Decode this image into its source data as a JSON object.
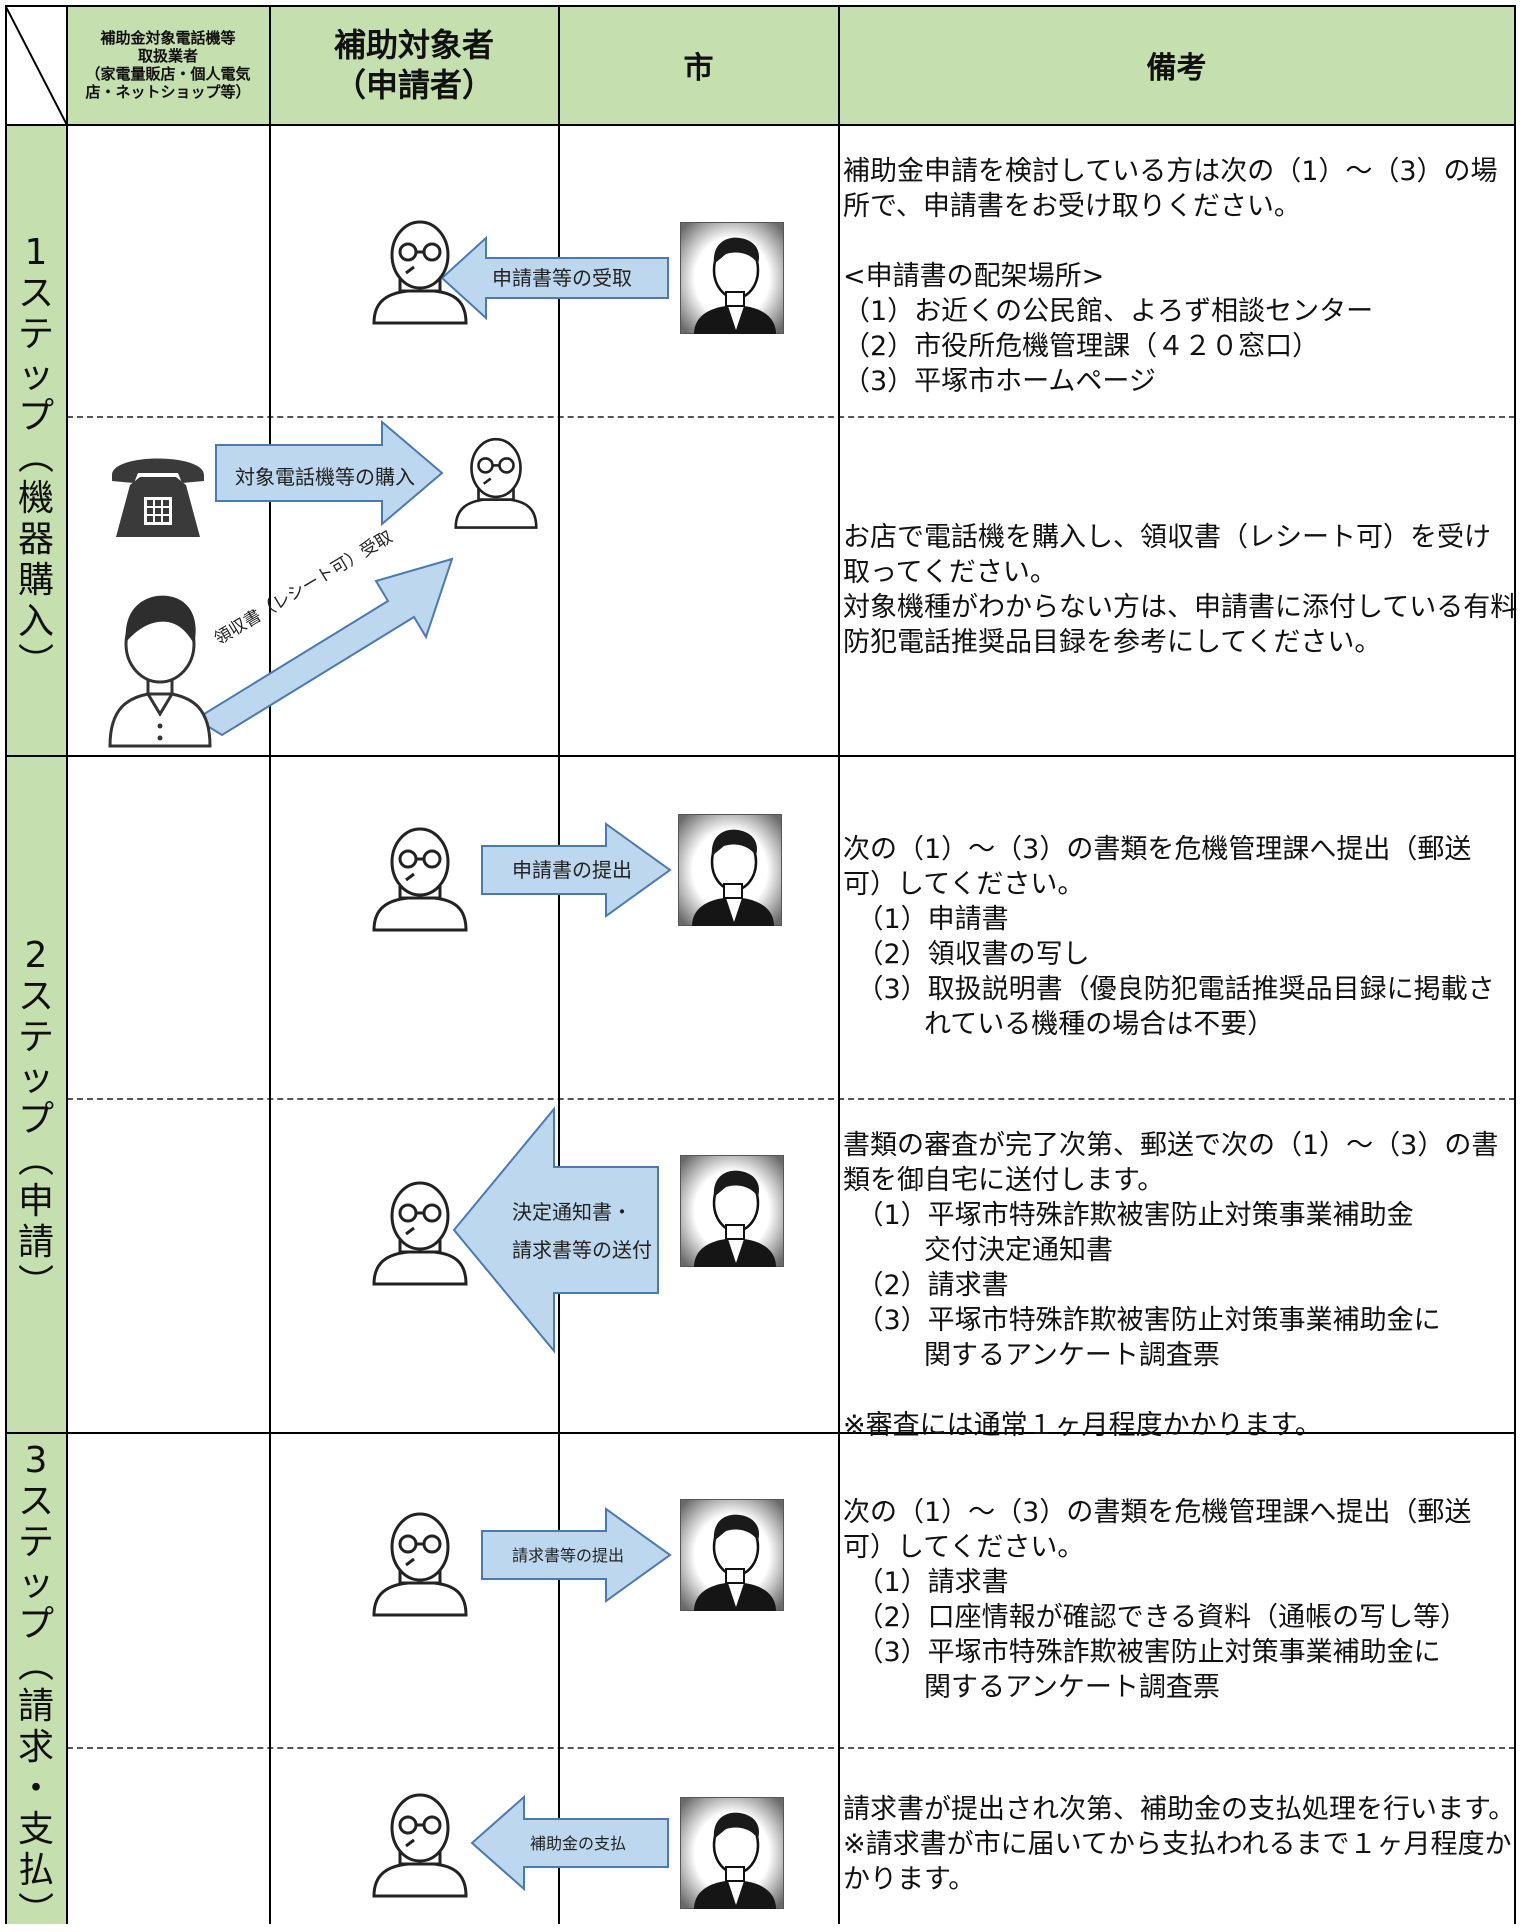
{
  "header": {
    "dealer": "補助金対象電話機等\n取扱業者\n（家電量販店・個人電気\n店・ネットショップ等）",
    "applicant": "補助対象者\n（申請者）",
    "city": "市",
    "remarks": "備考"
  },
  "steps": [
    {
      "label": [
        "1",
        "ス",
        "テ",
        "ッ",
        "プ",
        "︵",
        "機",
        "器",
        "購",
        "入",
        "︶"
      ]
    },
    {
      "label": [
        "2",
        "ス",
        "テ",
        "ッ",
        "プ",
        "︵",
        "申",
        "請",
        "︶"
      ]
    },
    {
      "label": [
        "3",
        "ス",
        "テ",
        "ッ",
        "プ",
        "︵",
        "請",
        "求",
        "・",
        "支",
        "払",
        "︶"
      ]
    }
  ],
  "arrows": {
    "receive": "申請書等の受取",
    "purchase": "対象電話機等の購入",
    "receipt": "領収書（レシート可）受取",
    "submit": "申請書の提出",
    "notice": "決定通知書・\n請求書等の送付",
    "claim": "請求書等の提出",
    "payment": "補助金の支払"
  },
  "remarks": [
    "補助金申請を検討している方は次の（1）～（3）の場\n所で、申請書をお受け取りください。\n\n<申請書の配架場所>\n（1）お近くの公民館、よろず相談センター\n（2）市役所危機管理課（４２０窓口）\n（3）平塚市ホームページ",
    "お店で電話機を購入し、領収書（レシート可）を受け\n取ってください。\n対象機種がわからない方は、申請書に添付している有料\n防犯電話推奨品目録を参考にしてください。",
    "次の（1）～（3）の書類を危機管理課へ提出（郵送\n可）してください。\n　（1）申請書\n　（2）領収書の写し\n　（3）取扱説明書（優良防犯電話推奨品目録に掲載さ\n　　　れている機種の場合は不要）",
    "書類の審査が完了次第、郵送で次の（1）～（3）の書\n類を御自宅に送付します。\n　（1）平塚市特殊詐欺被害防止対策事業補助金\n　　　交付決定通知書\n　（2）請求書\n　（3）平塚市特殊詐欺被害防止対策事業補助金に\n　　　関するアンケート調査票\n\n※審査には通常１ヶ月程度かかります。",
    "次の（1）～（3）の書類を危機管理課へ提出（郵送\n可）してください。\n　（1）請求書\n　（2）口座情報が確認できる資料（通帳の写し等）\n　（3）平塚市特殊詐欺被害防止対策事業補助金に\n　　　関するアンケート調査票",
    "請求書が提出され次第、補助金の支払処理を行います。\n※請求書が市に届いてから支払われるまで１ヶ月程度か\nかります。"
  ],
  "colors": {
    "header_bg": "#c6dfae",
    "arrow_fill": "#bdd7ee",
    "arrow_stroke": "#4a7ab0"
  }
}
